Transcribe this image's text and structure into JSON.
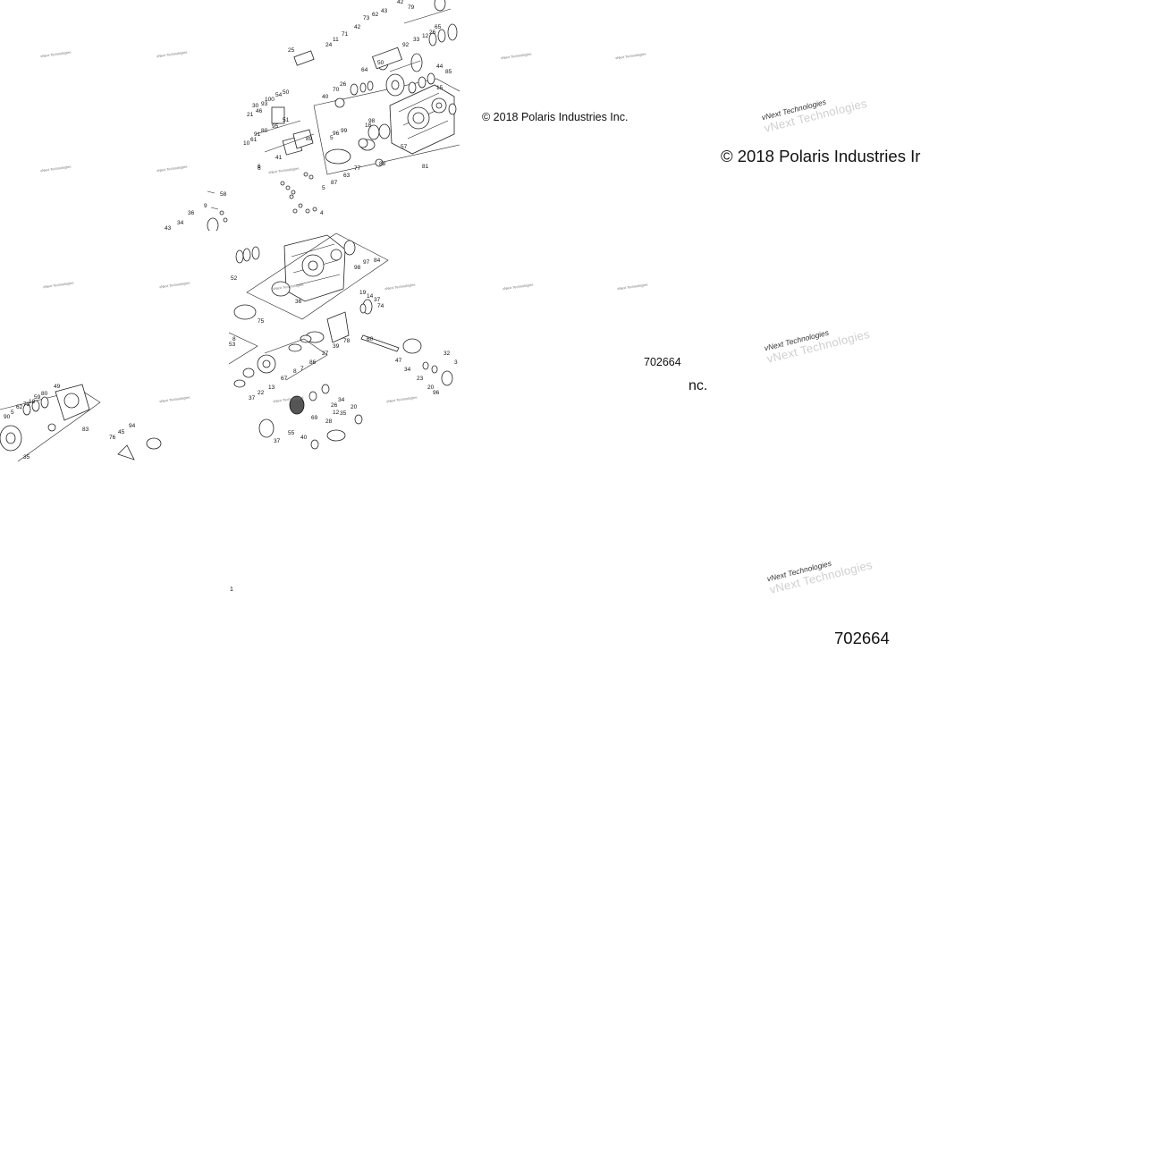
{
  "copyright_small": "© 2018 Polaris Industries Inc.",
  "copyright_large": "© 2018 Polaris Industries Ir",
  "part_number_small": "702664",
  "part_number_large": "702664",
  "fragment_text": "nc.",
  "page_marker": "1",
  "watermark_text": "vNext Technologies",
  "watermark_tiny": "vNext Technologies",
  "callouts_top": [
    "42",
    "79",
    "43",
    "62",
    "73",
    "42",
    "11",
    "24",
    "71",
    "25",
    "92",
    "33",
    "12",
    "26",
    "65",
    "64",
    "50",
    "70",
    "40",
    "26",
    "50",
    "54",
    "100",
    "93",
    "30",
    "46",
    "21",
    "95",
    "51",
    "91",
    "80",
    "61",
    "10",
    "89",
    "41",
    "6",
    "99",
    "18",
    "5",
    "96",
    "98",
    "77",
    "63",
    "88",
    "81",
    "57",
    "5",
    "6",
    "87",
    "4",
    "15",
    "44",
    "85"
  ],
  "callouts_mid": [
    "58",
    "9",
    "36",
    "34",
    "43",
    "84",
    "97",
    "98",
    "52",
    "36",
    "75",
    "19",
    "14",
    "37",
    "74",
    "60",
    "78",
    "39",
    "27",
    "86",
    "7",
    "8",
    "67",
    "47",
    "34",
    "23",
    "32",
    "20",
    "96",
    "13",
    "22",
    "37",
    "34",
    "26",
    "12",
    "69",
    "28",
    "35",
    "55",
    "37",
    "40",
    "20",
    "3",
    "53",
    "8"
  ],
  "callouts_left": [
    "49",
    "80",
    "59",
    "18",
    "73",
    "62",
    "5",
    "90",
    "83",
    "94",
    "45",
    "76",
    "35"
  ]
}
